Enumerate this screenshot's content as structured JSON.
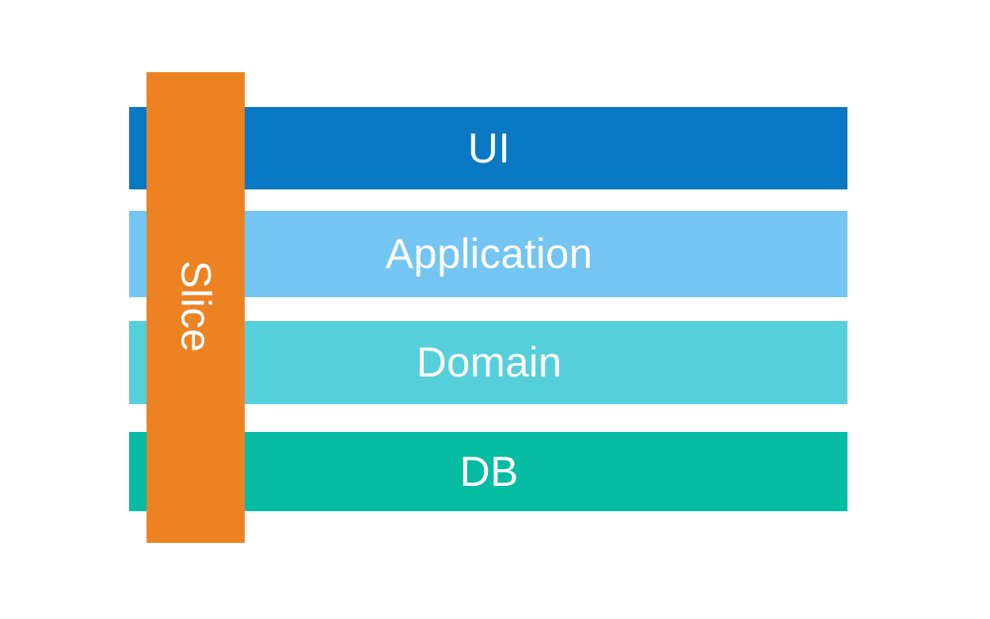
{
  "diagram": {
    "type": "layered-architecture-with-vertical-slice",
    "background_color": "#FFFFFF",
    "layers": [
      {
        "label": "UI",
        "color": "#0A79C3",
        "text_color": "#FFFFFF"
      },
      {
        "label": "Application",
        "color": "#75C5F2",
        "text_color": "#FFFFFF"
      },
      {
        "label": "Domain",
        "color": "#55D0DA",
        "text_color": "#FFFFFF"
      },
      {
        "label": "DB",
        "color": "#06BCA3",
        "text_color": "#FFFFFF"
      }
    ],
    "slice": {
      "label": "Slice",
      "color": "#ED8223",
      "text_color": "#FFFFFF",
      "orientation": "vertical"
    }
  }
}
